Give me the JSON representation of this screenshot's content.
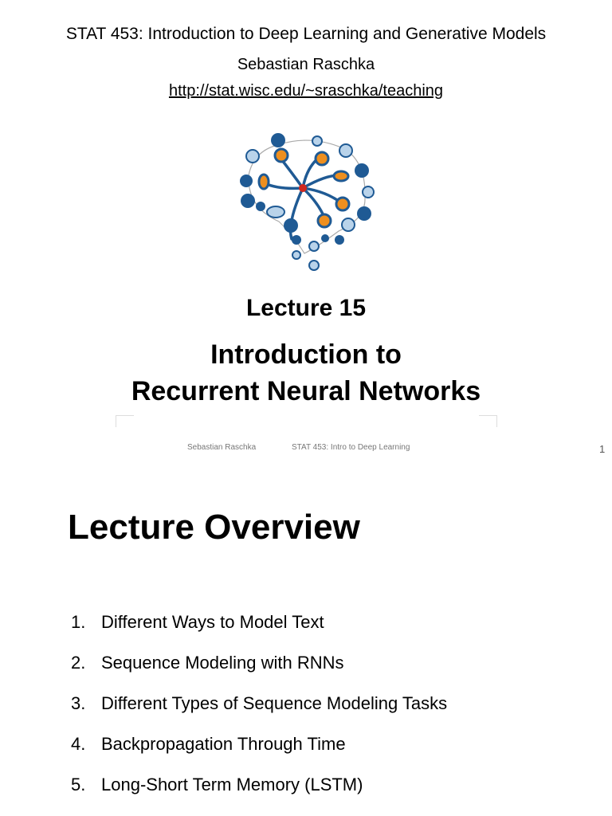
{
  "slide1": {
    "course_title": "STAT 453: Introduction to Deep Learning and Generative Models",
    "author": "Sebastian Raschka",
    "url": "http://stat.wisc.edu/~sraschka/teaching",
    "logo_icon": "brain-network-icon",
    "lecture_number": "Lecture 15",
    "title_line1": "Introduction to",
    "title_line2": "Recurrent Neural Networks",
    "footer_author": "Sebastian Raschka",
    "footer_course": "STAT 453: Intro to Deep Learning",
    "page_number": "1"
  },
  "slide2": {
    "heading": "Lecture Overview",
    "items": [
      {
        "number": "1.",
        "text": "Different Ways to Model Text"
      },
      {
        "number": "2.",
        "text": "Sequence Modeling with RNNs"
      },
      {
        "number": "3.",
        "text": "Different Types of Sequence Modeling Tasks"
      },
      {
        "number": "4.",
        "text": "Backpropagation Through Time"
      },
      {
        "number": "5.",
        "text": "Long-Short Term Memory (LSTM)"
      }
    ]
  },
  "colors": {
    "node_dark": "#1f5a94",
    "node_light": "#b9d3ea",
    "node_orange": "#ee8f1f",
    "center_node": "#d0281f"
  }
}
